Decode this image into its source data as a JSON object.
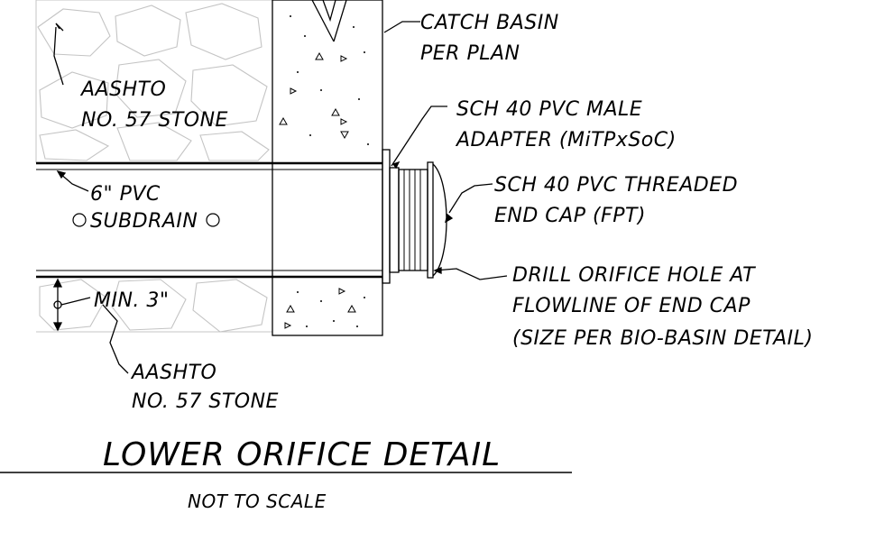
{
  "labels": {
    "catch_basin": [
      "CATCH BASIN",
      "PER PLAN"
    ],
    "stone_top": [
      "AASHTO",
      "NO. 57 STONE"
    ],
    "male_adapter": [
      "SCH 40 PVC MALE",
      "ADAPTER (MiTPxSoC)"
    ],
    "pipe": "6\" PVC",
    "subdrain": "SUBDRAIN",
    "end_cap": [
      "SCH 40 PVC THREADED",
      "END CAP (FPT)"
    ],
    "orifice": [
      "DRILL ORIFICE HOLE AT",
      "FLOWLINE OF END CAP",
      "(SIZE PER BIO-BASIN DETAIL)"
    ],
    "min_depth": "MIN. 3\"",
    "stone_bottom": [
      "AASHTO",
      "NO. 57 STONE"
    ]
  },
  "title": "LOWER ORIFICE DETAIL",
  "scale_note": "NOT TO SCALE"
}
